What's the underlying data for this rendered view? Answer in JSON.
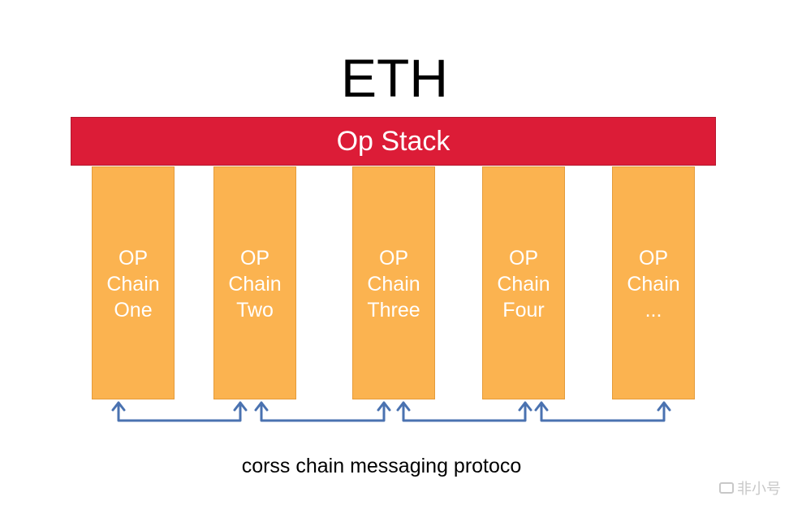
{
  "title": "ETH",
  "stack": {
    "label": "Op Stack"
  },
  "chains": [
    {
      "line1": "OP",
      "line2": "Chain",
      "line3": "One"
    },
    {
      "line1": "OP",
      "line2": "Chain",
      "line3": "Two"
    },
    {
      "line1": "OP",
      "line2": "Chain",
      "line3": "Three"
    },
    {
      "line1": "OP",
      "line2": "Chain",
      "line3": "Four"
    },
    {
      "line1": "OP",
      "line2": "Chain",
      "line3": "..."
    }
  ],
  "caption": "corss chain messaging protoco",
  "colors": {
    "stack": "#dc1c37",
    "chain": "#fbb350",
    "arrow": "#4a72b0"
  },
  "watermark": {
    "text": "非小号"
  }
}
